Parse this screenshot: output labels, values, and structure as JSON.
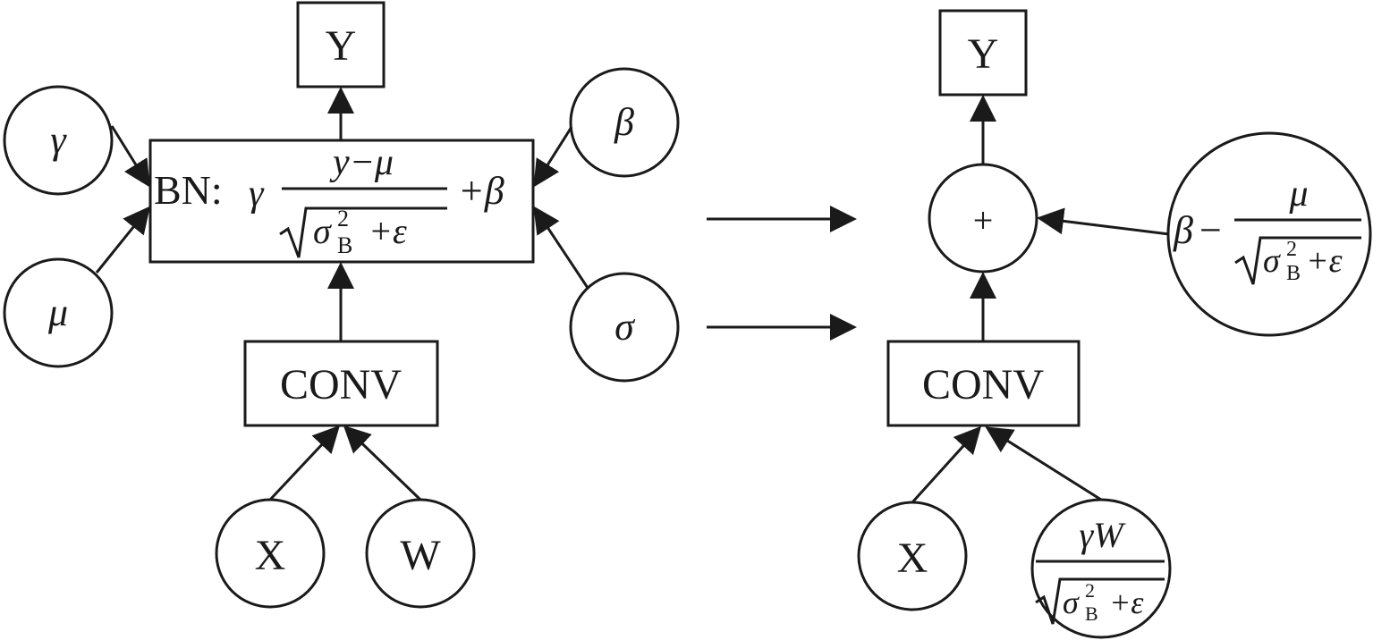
{
  "left": {
    "output_label": "Y",
    "gamma_label": "γ",
    "mu_label": "μ",
    "beta_label": "β",
    "sigma_label": "σ",
    "bn_box": {
      "prefix": "BN:",
      "gamma": "γ",
      "numerator": "y−μ",
      "sigma": "σ",
      "sigma_sup": "2",
      "sigma_sub": "B",
      "plus_eps": "+ε",
      "plus_beta": "+β"
    },
    "conv_label": "CONV",
    "x_label": "X",
    "w_label": "W"
  },
  "right": {
    "output_label": "Y",
    "sum_label": "+",
    "bias_node": {
      "beta": "β",
      "minus": "−",
      "numerator": "μ",
      "sigma": "σ",
      "sigma_sup": "2",
      "sigma_sub": "B",
      "plus_eps": "+ε"
    },
    "conv_label": "CONV",
    "x_label": "X",
    "weight_node": {
      "numerator": "γW",
      "sigma": "σ",
      "sigma_sup": "2",
      "sigma_sub": "B",
      "plus_eps": "+ε"
    }
  }
}
